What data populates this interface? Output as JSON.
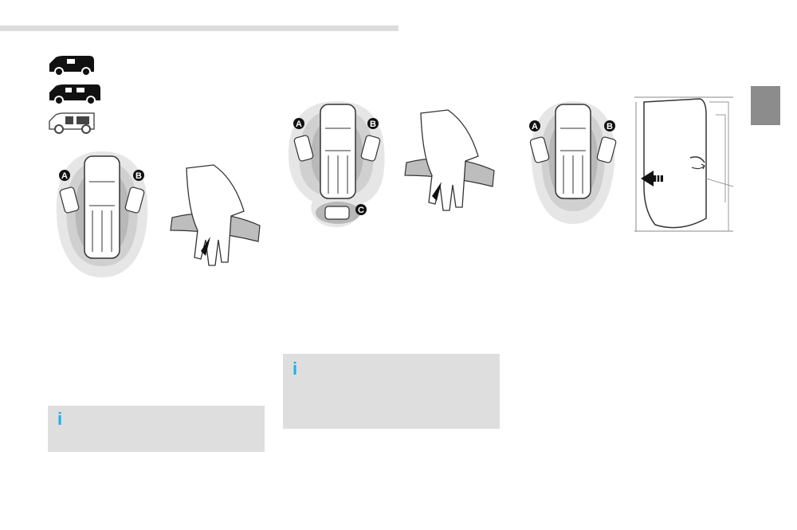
{
  "page": {
    "zone_labels": [
      "A",
      "B",
      "C"
    ],
    "info_icon": "i",
    "colors": {
      "info_blue": "#1ab0e8",
      "tab_grey": "#8c8c8c",
      "box_grey": "#dedede",
      "zone_outer": "#e6e6e6",
      "zone_mid": "#d0d0d0",
      "zone_inner": "#b8b8b8"
    }
  },
  "icons": [
    "van-short-icon",
    "van-long-icon",
    "van-cab-icon"
  ]
}
